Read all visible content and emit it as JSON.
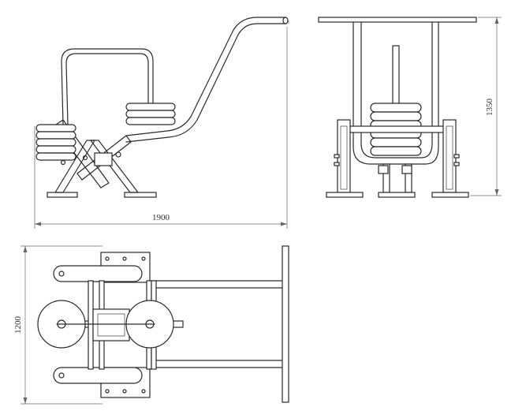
{
  "dimensions": {
    "width_label": "1900",
    "height_label": "1350",
    "depth_label": "1200"
  }
}
